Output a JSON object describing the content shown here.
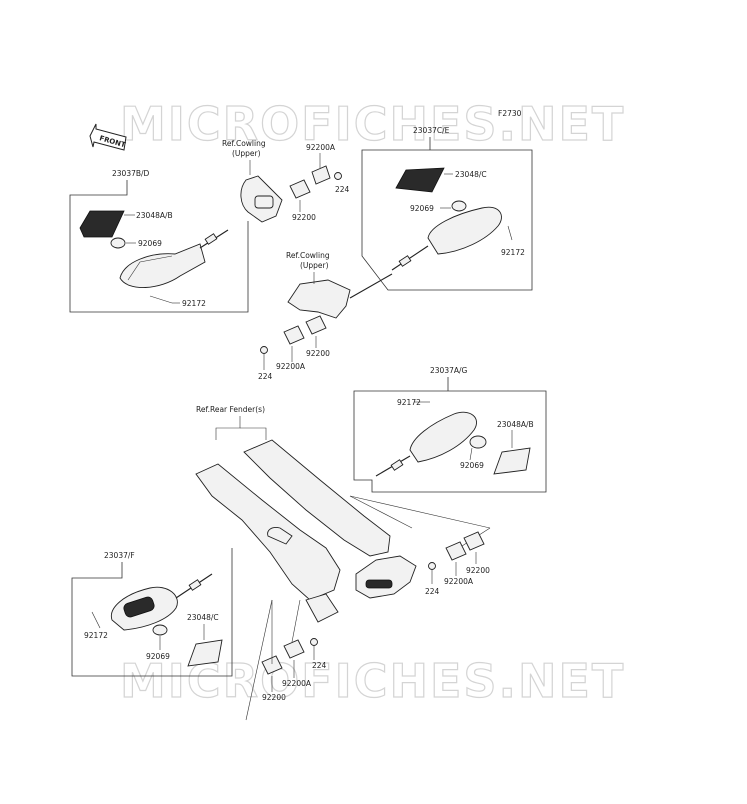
{
  "diagram_id": "F2730",
  "watermark": "MICROFICHES.NET",
  "direction_label": "FRONT",
  "groups": {
    "front_left": "23037B/D",
    "front_right": "23037C/E",
    "rear_right": "23037A/G",
    "rear_left": "23037/F"
  },
  "refs": {
    "cowling_upper_1": [
      "Ref.Cowling",
      "(Upper)"
    ],
    "cowling_upper_2": [
      "Ref.Cowling",
      "(Upper)"
    ],
    "rear_fender": "Ref.Rear Fender(s)"
  },
  "parts": {
    "lens_ab": "23048A/B",
    "lens_c": "23048/C",
    "bulb": "92069",
    "screw": "92172",
    "bracket": "92200",
    "bracket_a": "92200A",
    "nut": "224"
  }
}
